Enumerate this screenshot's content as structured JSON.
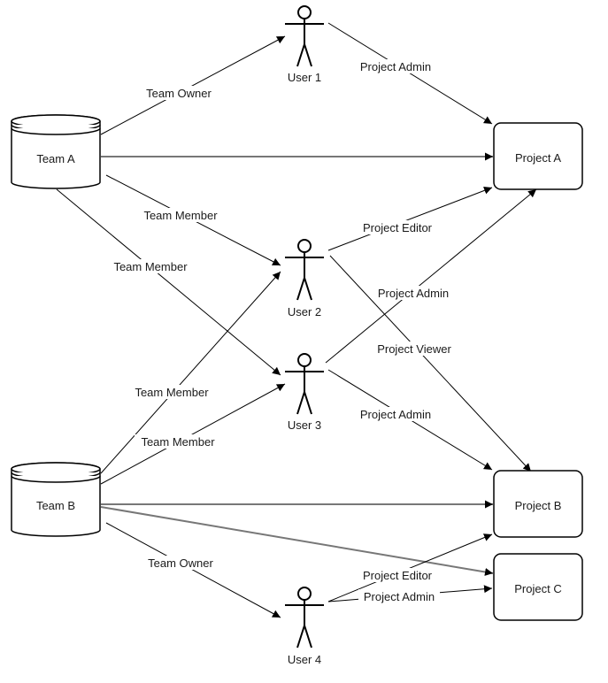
{
  "nodes": {
    "team_a": {
      "label": "Team  A"
    },
    "team_b": {
      "label": "Team B"
    },
    "user_1": {
      "label": "User 1"
    },
    "user_2": {
      "label": "User 2"
    },
    "user_3": {
      "label": "User 3"
    },
    "user_4": {
      "label": "User 4"
    },
    "project_a": {
      "label": "Project A"
    },
    "project_b": {
      "label": "Project B"
    },
    "project_c": {
      "label": "Project C"
    }
  },
  "edges": {
    "team_a_user_1": {
      "from": "Team  A",
      "to": "User 1",
      "label": "Team Owner"
    },
    "team_a_project_a": {
      "from": "Team  A",
      "to": "Project A",
      "label": ""
    },
    "team_a_user_2": {
      "from": "Team  A",
      "to": "User 2",
      "label": "Team Member"
    },
    "team_a_user_3": {
      "from": "Team  A",
      "to": "User 3",
      "label": "Team Member"
    },
    "user_1_project_a": {
      "from": "User 1",
      "to": "Project A",
      "label": "Project Admin"
    },
    "user_2_project_a": {
      "from": "User 2",
      "to": "Project A",
      "label": "Project Editor"
    },
    "user_3_project_a": {
      "from": "User 3",
      "to": "Project A",
      "label": "Project Admin"
    },
    "user_2_project_b": {
      "from": "User 2",
      "to": "Project B",
      "label": "Project Viewer"
    },
    "user_3_project_b": {
      "from": "User 3",
      "to": "Project B",
      "label": "Project Admin"
    },
    "team_b_user_2": {
      "from": "Team B",
      "to": "User 2",
      "label": "Team Member"
    },
    "team_b_user_3": {
      "from": "Team B",
      "to": "User 3",
      "label": "Team Member"
    },
    "team_b_project_b": {
      "from": "Team B",
      "to": "Project B",
      "label": ""
    },
    "team_b_project_c": {
      "from": "Team B",
      "to": "Project C",
      "label": ""
    },
    "team_b_user_4": {
      "from": "Team B",
      "to": "User 4",
      "label": "Team Owner"
    },
    "user_4_project_b": {
      "from": "User 4",
      "to": "Project B",
      "label": "Project Editor"
    },
    "user_4_project_c": {
      "from": "User 4",
      "to": "Project C",
      "label": "Project Admin"
    }
  },
  "colors": {
    "line": "#000000",
    "team_edge": "#777777",
    "background": "#ffffff"
  },
  "icons": {
    "team": "database-cylinder-icon",
    "user": "stick-figure-actor-icon",
    "project": "rounded-rectangle"
  }
}
